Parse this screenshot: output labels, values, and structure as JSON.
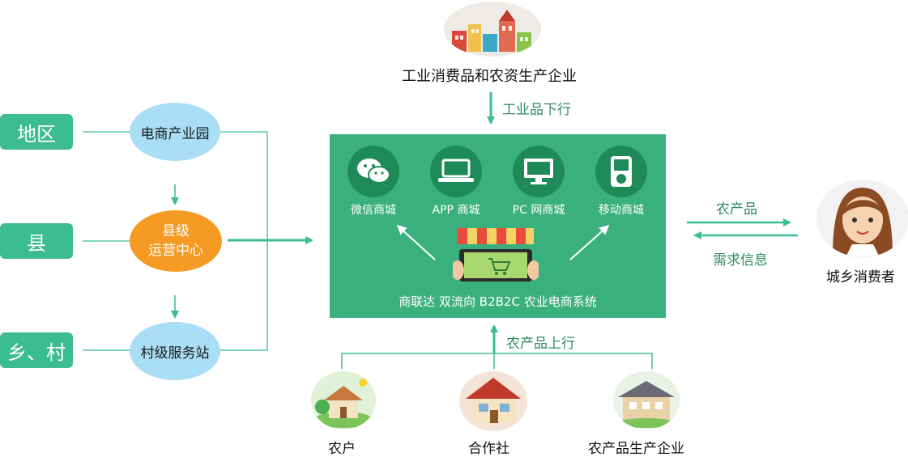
{
  "levels": {
    "region": "地区",
    "county": "县",
    "village": "乡、村"
  },
  "nodes": {
    "ecommerce_park": "电商产业园",
    "county_center_line1": "县级",
    "county_center_line2": "运营中心",
    "village_station": "村级服务站"
  },
  "top": {
    "enterprise": "工业消费品和农资生产企业",
    "downstream": "工业品下行"
  },
  "system": {
    "icons": [
      {
        "label": "微信商城",
        "icon": "wechat-icon"
      },
      {
        "label": "APP 商城",
        "icon": "laptop-icon"
      },
      {
        "label": "PC 网商城",
        "icon": "monitor-icon"
      },
      {
        "label": "移动商城",
        "icon": "mobile-icon"
      }
    ],
    "title": "商联达 双流向 B2B2C 农业电商系统"
  },
  "right": {
    "farm_products": "农产品",
    "demand_info": "需求信息",
    "consumer": "城乡消费者"
  },
  "bottom": {
    "upstream": "农产品上行",
    "farmer": "农户",
    "cooperative": "合作社",
    "producer": "农产品生产企业"
  },
  "colors": {
    "green": "#3bbd8f",
    "panel": "#3bb07f",
    "line": "#3bbd8f",
    "blue_ellipse": "#a9def6",
    "orange_ellipse": "#f59a23"
  }
}
